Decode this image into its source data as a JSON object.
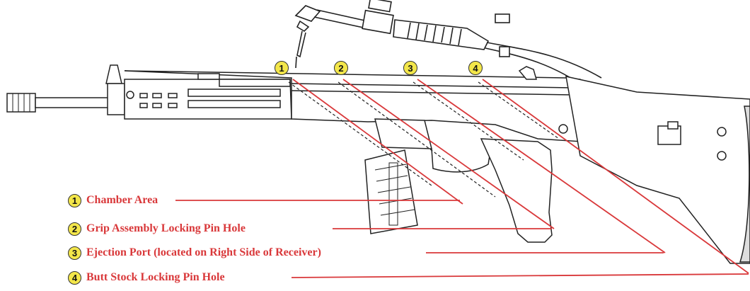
{
  "callouts": [
    {
      "number": "1",
      "label": "Chamber Area"
    },
    {
      "number": "2",
      "label": "Grip Assembly Locking Pin Hole"
    },
    {
      "number": "3",
      "label": "Ejection Port (located on Right Side of Receiver)"
    },
    {
      "number": "4",
      "label": "Butt Stock Locking Pin Hole"
    }
  ],
  "colors": {
    "label_text": "#d9383a",
    "leader_line": "#d9383a",
    "badge_fill": "#f3e64a",
    "line_art": "#222222"
  },
  "icons": [
    "rifle-drawing",
    "cutting-torch-drawing",
    "cut-line-marks"
  ]
}
